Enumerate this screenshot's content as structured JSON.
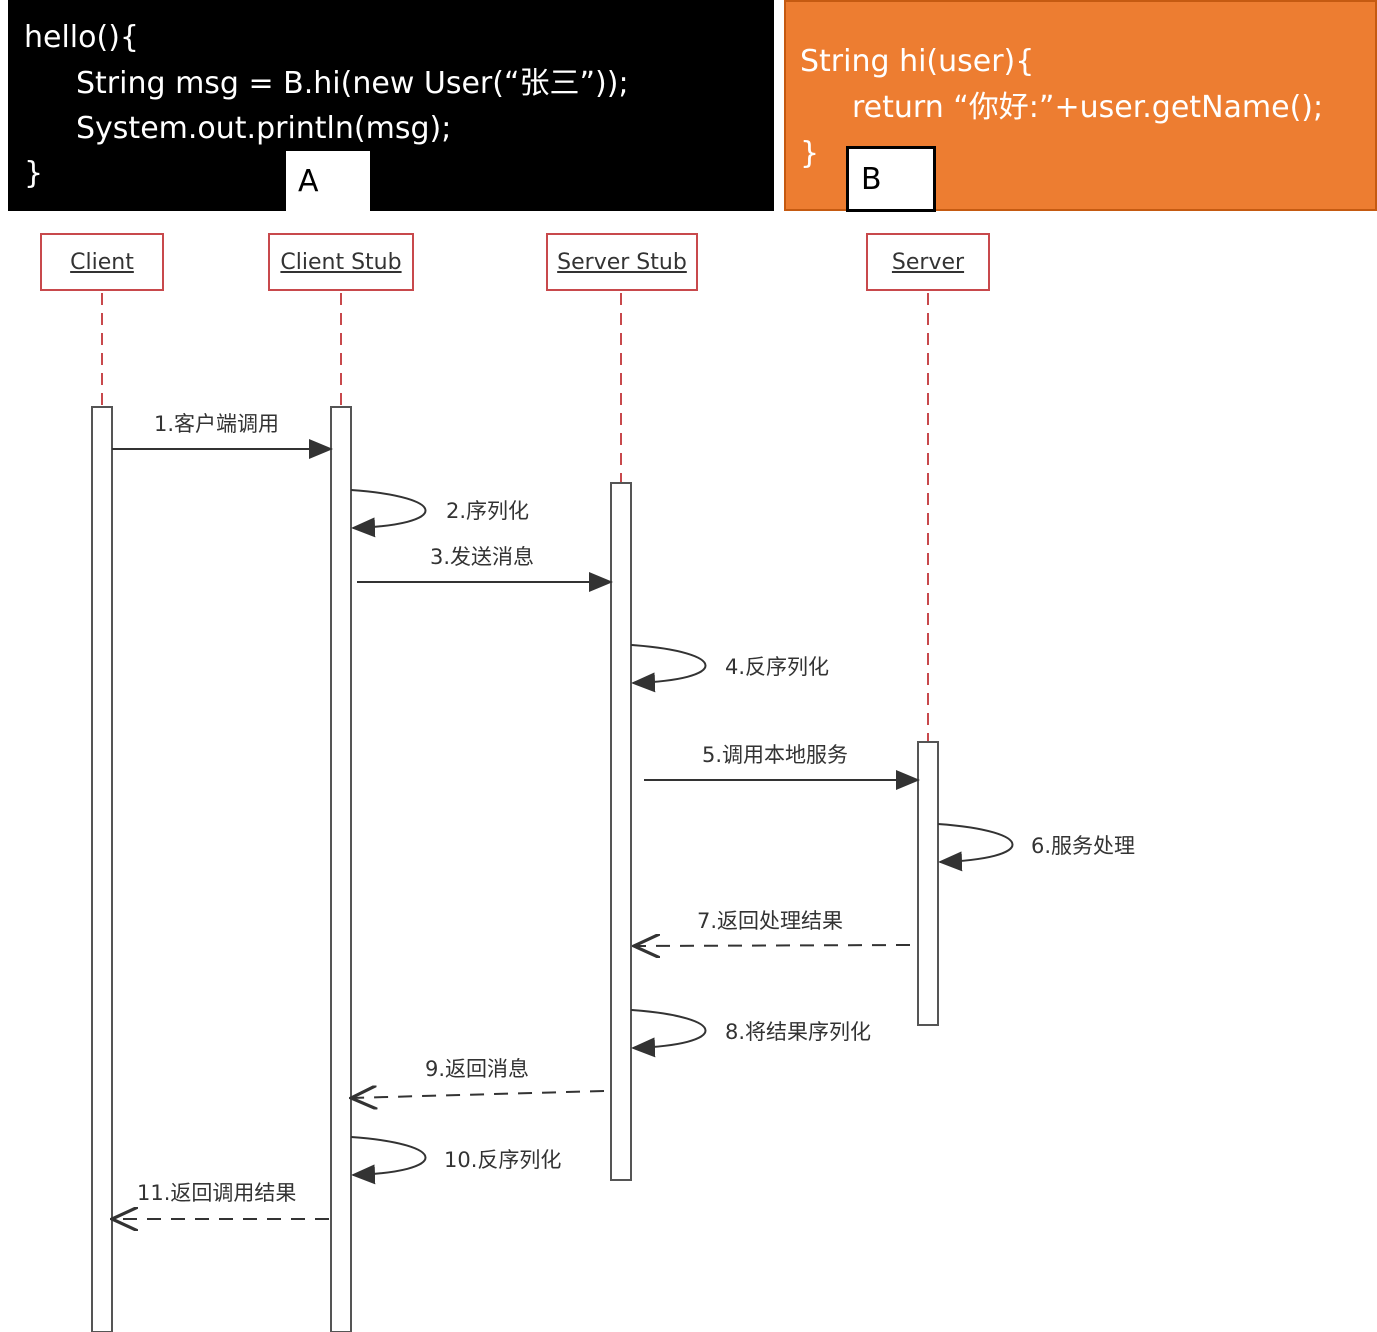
{
  "code_a": {
    "lines": [
      "hello(){",
      "String msg = B.hi(new User(“张三”));",
      "System.out.println(msg);",
      "}"
    ],
    "tag": "A"
  },
  "code_b": {
    "lines": [
      "String hi(user){",
      "return “你好:”+user.getName();",
      "}"
    ],
    "tag": "B"
  },
  "colors": {
    "panel_a_bg": "#000000",
    "panel_b_bg": "#ed7d31",
    "lifeline_border": "#c8494c"
  },
  "diagram": {
    "participants": [
      "Client",
      "Client Stub",
      "Server Stub",
      "Server"
    ],
    "messages": [
      "1.客户端调用",
      "2.序列化",
      "3.发送消息",
      "4.反序列化",
      "5.调用本地服务",
      "6.服务处理",
      "7.返回处理结果",
      "8.将结果序列化",
      "9.返回消息",
      "10.反序列化",
      "11.返回调用结果"
    ]
  }
}
